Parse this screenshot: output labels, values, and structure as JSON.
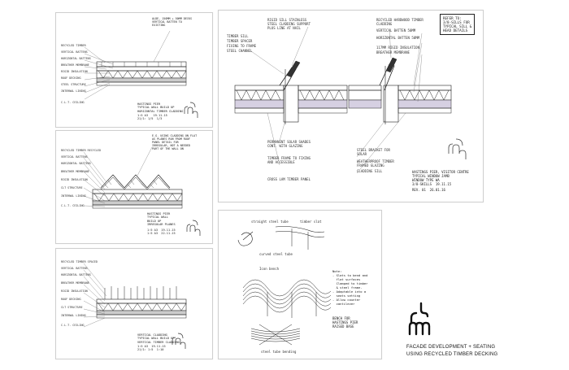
{
  "sheets": {
    "s1": {
      "top_note": "ALDE, 150MM + 50MM DECKS\nVERTICAL BATTEN TO\nEXISTING",
      "labels": [
        "RECYCLED TIMBER",
        "VERTICAL BATTENS",
        "HORIZONTAL BATTENS",
        "BREATHER MEMBRANE",
        "RIGID INSULATION",
        "ROOF DECKING",
        "STEEL STRUCTURE",
        "INTERNAL LINING",
        "C.L.T. CEILING"
      ],
      "title": "HASTINGS PIER\nTYPICAL WALL BUILD UP\nHORIZONTAL TIMBER CLADDING",
      "scale": "1:5 A3   19.11.15\n21/1: 1/5  1/3"
    },
    "s2": {
      "top_note": "E.G. USING CLADDING ON FLAT\nAS PLANES RUN FROM ROOF\nPANEL DETAIL FOR\nIRREGULAR, NOT A NEEDED\nPART OF THE WALL ON",
      "labels": [
        "RECYCLED TIMBER RECYCLED",
        "VERTICAL BATTENS",
        "HORIZONTAL BATTENS",
        "BREATHER MEMBRANE",
        "RIGID INSULATION",
        "CLT STRUCTURE",
        "INTERNAL LINING",
        "C.L.T. CEILING"
      ],
      "title": "HASTINGS PIER\nTYPICAL WALL\nBUILD UP\nIRREGULAR PLANES",
      "scale": "1:5 A3  19.11.15\n1:5 A3  22.11.15"
    },
    "s3": {
      "labels": [
        "RECYCLED TIMBER SPACED",
        "VERTICAL BATTENS",
        "HORIZONTAL BATTENS",
        "BREATHER MEMBRANE",
        "RIGID INSULATION",
        "ROOF DECKING",
        "CLT STRUCTURE",
        "INTERNAL LINING",
        "C.L.T. CEILING"
      ],
      "title": "VERTICAL CLADDING\nTYPICAL WALL BUILD UP\nVERTICAL TIMBER CLADDING",
      "scale": "1:5 A3  19.11.15\n21/1: 1:5  1:10"
    },
    "s4": {
      "box_note": "REFER TO:\n3/8-SILLS FOR\nTYPICAL SILL &\nHEAD DETAILS",
      "left_labels": [
        "TIMBER SILL",
        "TIMBER SPACER",
        "FIXING TO FRAME",
        "STEEL CHANNEL"
      ],
      "top_labels": [
        "RIGID SILL STAINLESS",
        "STEEL CLADDING SUPPORT",
        "PLUS LINE AT NAIL",
        "RECYCLED HARDWOOD TIMBER",
        "CLADDING",
        "VERTICAL BATTEN 50MM",
        "HORIZONTAL BATTEN 50MM",
        "117MM RIGID INSULATION",
        "BREATHER MEMBRANE"
      ],
      "bottom_labels": [
        "PERMANENT SOLAR SHADES",
        "CONT. WITH GLAZING",
        "TIMBER FRAME TO FIXING",
        "AND ACCESSIBLE",
        "CROSS LAM TIMBER PANEL"
      ],
      "right_labels": [
        "STEEL BRACKET FOR",
        "SOLAR",
        "WEATHERPROOF TIMBER",
        "FRAMED GLAZING",
        "CLADDING SILL"
      ],
      "title": "HASTINGS PIER, VISITOR CENTRE\nTYPICAL WINDOW JAMB\nWINDOW TYPE WA\n3/8-SKILLS  19.11.15",
      "scale": "REV. 01  26.01.16"
    },
    "s5": {
      "labels": [
        "straight steel tube",
        "timber slat",
        "curved steel tube",
        "Icon bench",
        "steel tube bending"
      ],
      "notes": "Note:\n- Slats to bend and\n  flat surfaces\n  Clamped to timber\n  & steel frame.\n- Adaptable into a\n  seats setting\n- Allow counter\n  cantilever",
      "bench_note": "BENCH FOR\nHASTINGS PIER\nRAISED BASE"
    }
  },
  "brand": {
    "caption_line1": "FACADE DEVELOPMENT + SEATING",
    "caption_line2": "USING RECYCLED TIMBER DECKING"
  }
}
